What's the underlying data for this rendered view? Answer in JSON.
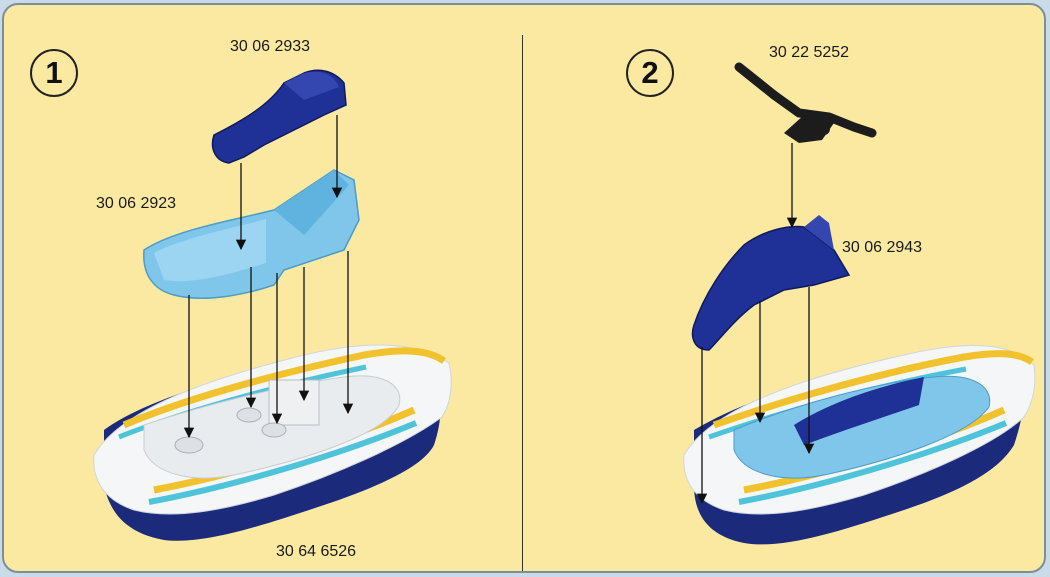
{
  "steps": [
    {
      "number": "1",
      "parts": [
        {
          "id": "top_seat",
          "code": "30 06 2933",
          "color_name": "dark-blue"
        },
        {
          "id": "seat_frame",
          "code": "30 06 2923",
          "color_name": "light-blue"
        },
        {
          "id": "hull",
          "code": "30 64 6526",
          "color_name": "white-navy"
        }
      ]
    },
    {
      "number": "2",
      "parts": [
        {
          "id": "handlebar",
          "code": "30 22 5252",
          "color_name": "black"
        },
        {
          "id": "cowl",
          "code": "30 06 2943",
          "color_name": "dark-blue"
        }
      ]
    }
  ],
  "colors": {
    "background": "#fbe9a1",
    "border": "#7f8d99",
    "dark_blue": "#1f3096",
    "light_blue": "#7fc6ea",
    "hull_white": "#f4f6f8",
    "hull_navy": "#1b2a7a",
    "stripe_yellow": "#f2c12e",
    "stripe_teal": "#4fc3d9",
    "handlebar": "#1c1c1c"
  }
}
